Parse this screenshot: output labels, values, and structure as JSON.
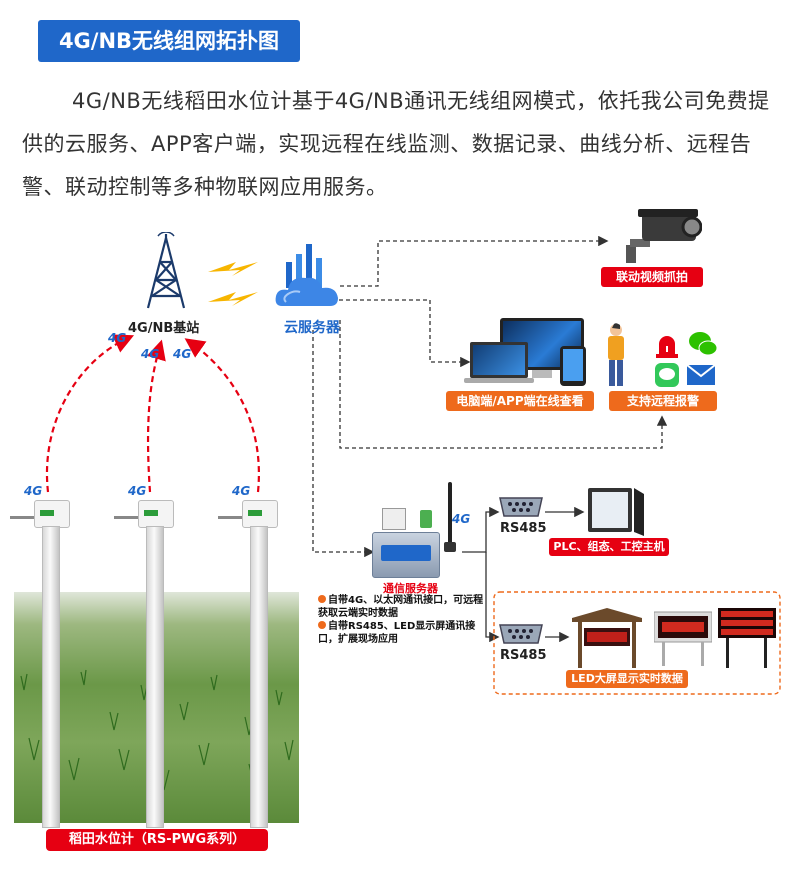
{
  "title": "4G/NB无线组网拓扑图",
  "intro": "4G/NB无线稻田水位计基于4G/NB通讯无线组网模式，依托我公司免费提供的云服务、APP客户端，实现远程在线监测、数据记录、曲线分析、远程告警、联动控制等多种物联网应用服务。",
  "base_station_label": "4G/NB基站",
  "cloud_label": "云服务器",
  "signal_label": "4G",
  "video_label": "联动视频抓拍",
  "pc_app_label": "电脑端/APP端在线查看",
  "alarm_label": "支持远程报警",
  "comm_server_label": "通信服务器",
  "comm_server_notes": [
    "自带4G、以太网通讯接口，可远程获取云端实时数据",
    "自带RS485、LED显示屏通讯接口，扩展现场应用"
  ],
  "rs485_label": "RS485",
  "plc_label": "PLC、组态、工控主机",
  "led_label": "LED大屏显示实时数据",
  "product_label": "稻田水位计（RS-PWG系列）",
  "colors": {
    "primary_blue": "#1f67c9",
    "alert_red": "#e60012",
    "orange": "#ee6a1c",
    "signal_yellow": "#f7b500"
  }
}
